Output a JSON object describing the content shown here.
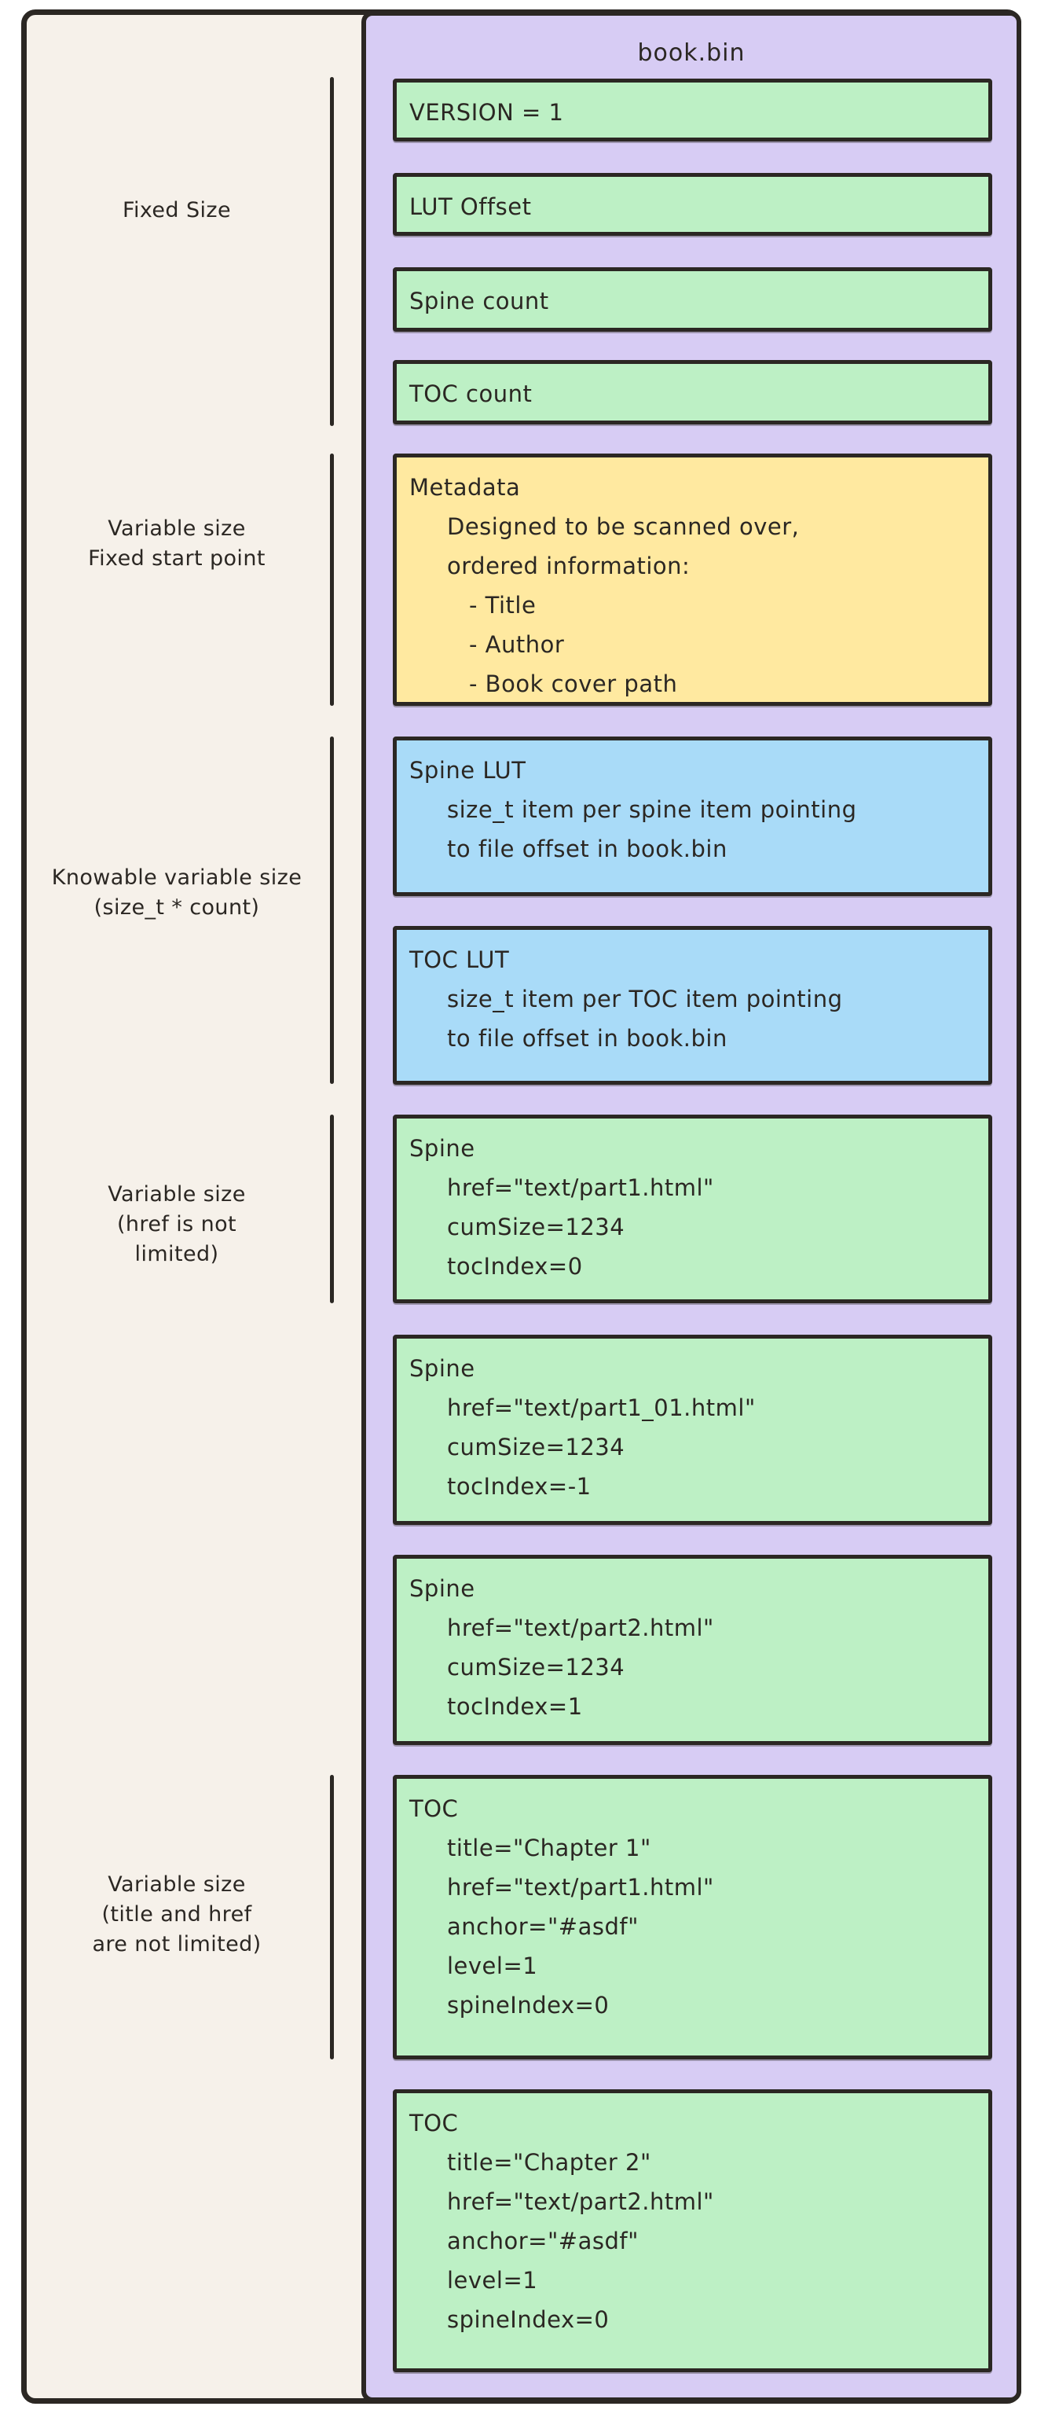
{
  "diagram": {
    "title": "book.bin",
    "colors": {
      "canvas": "#ffffff",
      "paper": "#f6f1ea",
      "panel": "#d7ccf4",
      "stroke": "#2b2723",
      "text": "#2b2723",
      "green": "#bdf0c5",
      "blue": "#a9dbf8",
      "yellow": "#ffe9a0"
    },
    "side_labels": [
      {
        "lines": [
          "Fixed Size"
        ]
      },
      {
        "lines": [
          "Variable size",
          "Fixed start point"
        ]
      },
      {
        "lines": [
          "Knowable variable size",
          "(size_t * count)"
        ]
      },
      {
        "lines": [
          "Variable size",
          "(href is not",
          "limited)"
        ]
      },
      {
        "lines": [
          "Variable size",
          "(title and href",
          "are not limited)"
        ]
      }
    ],
    "blocks": [
      {
        "id": "version",
        "color": "green",
        "lines": [
          {
            "t": "VERSION = 1",
            "i": 0
          }
        ]
      },
      {
        "id": "lut-offset",
        "color": "green",
        "lines": [
          {
            "t": "LUT Offset",
            "i": 0
          }
        ]
      },
      {
        "id": "spine-count",
        "color": "green",
        "lines": [
          {
            "t": "Spine count",
            "i": 0
          }
        ]
      },
      {
        "id": "toc-count",
        "color": "green",
        "lines": [
          {
            "t": "TOC count",
            "i": 0
          }
        ]
      },
      {
        "id": "metadata",
        "color": "yellow",
        "lines": [
          {
            "t": "Metadata",
            "i": 0
          },
          {
            "t": "Designed to be scanned over,",
            "i": 1
          },
          {
            "t": "ordered information:",
            "i": 1
          },
          {
            "t": "- Title",
            "i": 2
          },
          {
            "t": "- Author",
            "i": 2
          },
          {
            "t": "- Book cover path",
            "i": 2
          }
        ]
      },
      {
        "id": "spine-lut",
        "color": "blue",
        "lines": [
          {
            "t": "Spine LUT",
            "i": 0
          },
          {
            "t": "size_t item per spine item pointing",
            "i": 1
          },
          {
            "t": "to file offset in book.bin",
            "i": 1
          }
        ]
      },
      {
        "id": "toc-lut",
        "color": "blue",
        "lines": [
          {
            "t": "TOC LUT",
            "i": 0
          },
          {
            "t": "size_t item per TOC item pointing",
            "i": 1
          },
          {
            "t": "to file offset in book.bin",
            "i": 1
          }
        ]
      },
      {
        "id": "spine-1",
        "color": "green",
        "lines": [
          {
            "t": "Spine",
            "i": 0
          },
          {
            "t": "href=\"text/part1.html\"",
            "i": 1
          },
          {
            "t": "cumSize=1234",
            "i": 1
          },
          {
            "t": "tocIndex=0",
            "i": 1
          }
        ]
      },
      {
        "id": "spine-2",
        "color": "green",
        "lines": [
          {
            "t": "Spine",
            "i": 0
          },
          {
            "t": "href=\"text/part1_01.html\"",
            "i": 1
          },
          {
            "t": "cumSize=1234",
            "i": 1
          },
          {
            "t": "tocIndex=-1",
            "i": 1
          }
        ]
      },
      {
        "id": "spine-3",
        "color": "green",
        "lines": [
          {
            "t": "Spine",
            "i": 0
          },
          {
            "t": "href=\"text/part2.html\"",
            "i": 1
          },
          {
            "t": "cumSize=1234",
            "i": 1
          },
          {
            "t": "tocIndex=1",
            "i": 1
          }
        ]
      },
      {
        "id": "toc-1",
        "color": "green",
        "lines": [
          {
            "t": "TOC",
            "i": 0
          },
          {
            "t": "title=\"Chapter 1\"",
            "i": 1
          },
          {
            "t": "href=\"text/part1.html\"",
            "i": 1
          },
          {
            "t": "anchor=\"#asdf\"",
            "i": 1
          },
          {
            "t": "level=1",
            "i": 1
          },
          {
            "t": "spineIndex=0",
            "i": 1
          }
        ]
      },
      {
        "id": "toc-2",
        "color": "green",
        "lines": [
          {
            "t": "TOC",
            "i": 0
          },
          {
            "t": "title=\"Chapter 2\"",
            "i": 1
          },
          {
            "t": "href=\"text/part2.html\"",
            "i": 1
          },
          {
            "t": "anchor=\"#asdf\"",
            "i": 1
          },
          {
            "t": "level=1",
            "i": 1
          },
          {
            "t": "spineIndex=0",
            "i": 1
          }
        ]
      }
    ]
  }
}
